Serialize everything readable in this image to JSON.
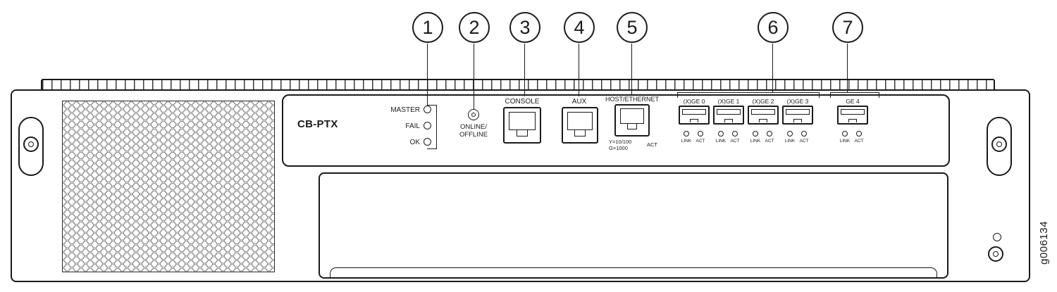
{
  "figure": {
    "id": "g006134"
  },
  "callouts": [
    {
      "number": "1"
    },
    {
      "number": "2"
    },
    {
      "number": "3"
    },
    {
      "number": "4"
    },
    {
      "number": "5"
    },
    {
      "number": "6"
    },
    {
      "number": "7"
    }
  ],
  "panel": {
    "model_label": "CB-PTX",
    "status_leds": [
      {
        "label": "MASTER"
      },
      {
        "label": "FAIL"
      },
      {
        "label": "OK"
      }
    ],
    "online_offline": {
      "line1": "ONLINE/",
      "line2": "OFFLINE"
    },
    "console_label": "CONSOLE",
    "aux_label": "AUX",
    "host_ethernet": {
      "label": "HOST/ETHERNET",
      "speed_line1": "Y=10/100",
      "speed_line2": "G=1000",
      "act_label": "ACT"
    },
    "xge_ports": [
      {
        "label": "(X)GE 0",
        "link_label": "LINK",
        "act_label": "ACT"
      },
      {
        "label": "(X)GE 1",
        "link_label": "LINK",
        "act_label": "ACT"
      },
      {
        "label": "(X)GE 2",
        "link_label": "LINK",
        "act_label": "ACT"
      },
      {
        "label": "(X)GE 3",
        "link_label": "LINK",
        "act_label": "ACT"
      }
    ],
    "ge4_port": {
      "label": "GE 4",
      "link_label": "LINK",
      "act_label": "ACT"
    }
  }
}
